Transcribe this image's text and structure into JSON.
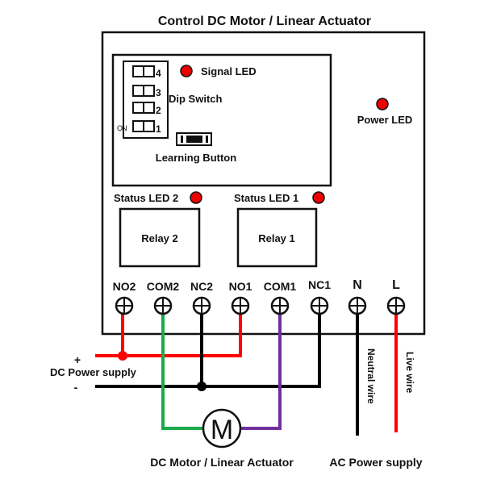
{
  "title": "Control DC Motor / Linear Actuator",
  "module": {
    "signal_led_label": "Signal LED",
    "dip_switch_label": "Dip Switch",
    "dip_switch_on_label": "ON",
    "dip_switch_positions": [
      "4",
      "3",
      "2",
      "1"
    ],
    "learning_button_label": "Learning Button",
    "power_led_label": "Power LED",
    "status_led_2_label": "Status LED 2",
    "status_led_1_label": "Status LED 1",
    "relay_2_label": "Relay 2",
    "relay_1_label": "Relay 1"
  },
  "terminals": [
    "NO2",
    "COM2",
    "NC2",
    "NO1",
    "COM1",
    "NC1",
    "N",
    "L"
  ],
  "dc_supply": {
    "plus": "+",
    "label": "DC Power supply",
    "minus": "-"
  },
  "motor": {
    "symbol": "M",
    "label": "DC Motor / Linear Actuator"
  },
  "ac_supply": {
    "neutral_label": "Neutral wire",
    "live_label": "Live wire",
    "label": "AC Power supply"
  },
  "colors": {
    "led": "#ee0000",
    "positive_wire": "#ff0000",
    "negative_wire": "#000000",
    "com2_wire": "#1aaa4a",
    "com1_wire": "#7030a0",
    "live_wire": "#ff0000",
    "neutral_wire": "#000000"
  }
}
